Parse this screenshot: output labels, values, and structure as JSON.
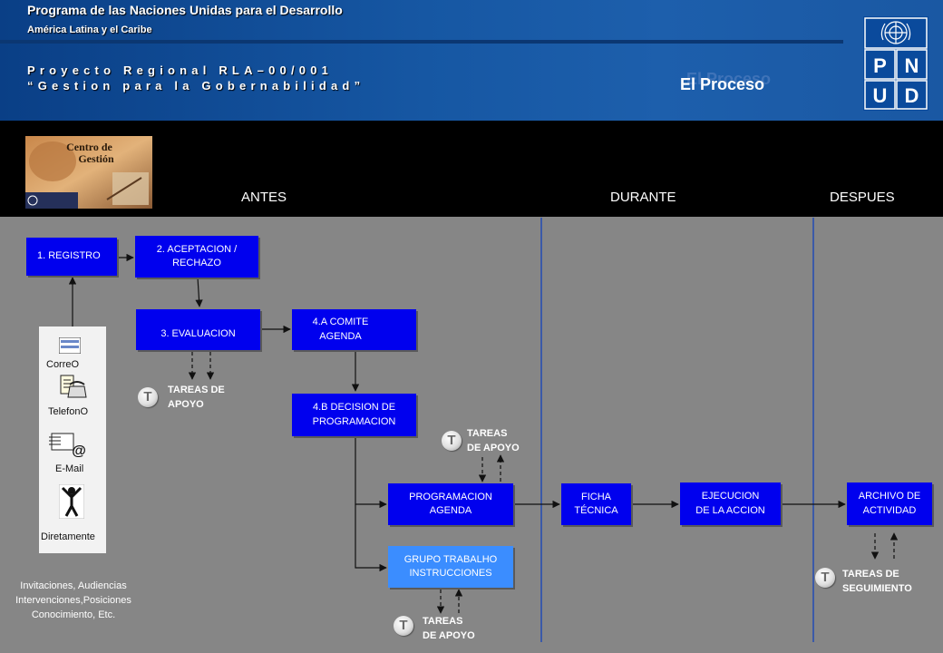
{
  "header": {
    "org_title": "Programa de las  Naciones Unidas para el  Desarrollo",
    "org_subtitle": "América Latina y el Caribe",
    "project_code": "Proyecto Regional RLA–00/001",
    "project_name": "“Gestion para la Gobernabilidad”",
    "page_title": "El Proceso"
  },
  "logo": {
    "letters": [
      "P",
      "N",
      "U",
      "D"
    ]
  },
  "thumbnail": {
    "title": "Centro de\nGestión"
  },
  "phases": {
    "before": "ANTES",
    "during": "DURANTE",
    "after": "DESPUES"
  },
  "steps": {
    "registro": "1. REGISTRO",
    "aceptacion": "2. ACEPTACION /\nRECHAZO",
    "evaluacion": "3. EVALUACION",
    "comite": "4.A COMITE\nAGENDA",
    "decision": "4.B DECISION  DE\nPROGRAMACION",
    "programacion": "PROGRAMACION\nAGENDA",
    "grupo": "GRUPO TRABALHO\nINSTRUCCIONES",
    "ficha": "FICHA\nTÉCNICA",
    "ejecucion": "EJECUCION\nDE LA ACCION",
    "archivo": "ARCHIVO DE\nACTIVIDAD"
  },
  "notes": {
    "tareas_apoyo_1": "TAREAS DE\nAPOYO",
    "tareas_apoyo_2": "TAREAS\nDE APOYO",
    "tareas_apoyo_3": "TAREAS\nDE APOYO",
    "tareas_seguimiento": "TAREAS DE\nSEGUIMIENTO",
    "t_symbol": "T"
  },
  "channels": {
    "correo": "CorreO",
    "telefono": "TelefonO",
    "email": "E-Mail",
    "directo": "Diretamente",
    "email_symbol": "@"
  },
  "sources": "Invitaciones, Audiencias\nIntervenciones,Posiciones\nConocimiento, Etc.",
  "colors": {
    "header_blue": "#1657a3",
    "step_blue": "#0000ee",
    "step_light_blue": "#3b8dff",
    "canvas_gray": "#868686"
  }
}
